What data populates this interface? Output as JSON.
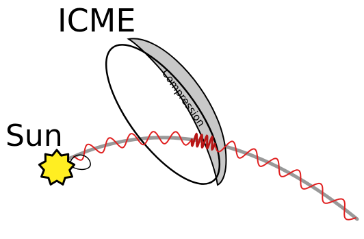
{
  "labels": {
    "icme": "ICME",
    "sun": "Sun",
    "compression": "Compression"
  },
  "colors": {
    "background": "#ffffff",
    "arc": "#999999",
    "wave": "#e02020",
    "wave_stroke_dark": "#b81515",
    "compression_fill": "#c8c8c8",
    "ellipse_stroke": "#000000",
    "sun_fill": "#ffee22",
    "sun_stroke": "#000000"
  }
}
